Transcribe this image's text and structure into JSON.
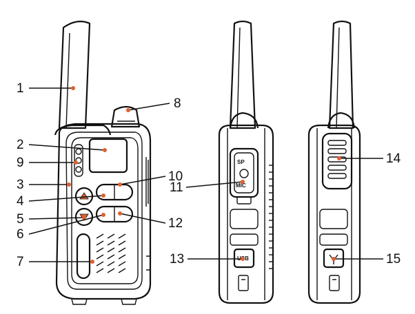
{
  "callouts": [
    {
      "label": "1"
    },
    {
      "label": "2"
    },
    {
      "label": "3"
    },
    {
      "label": "4"
    },
    {
      "label": "5"
    },
    {
      "label": "6"
    },
    {
      "label": "7"
    },
    {
      "label": "8"
    },
    {
      "label": "9"
    },
    {
      "label": "10"
    },
    {
      "label": "11"
    },
    {
      "label": "12"
    },
    {
      "label": "13"
    },
    {
      "label": "14"
    },
    {
      "label": "15"
    }
  ],
  "port_labels": {
    "speaker": "SP",
    "mic": "MIC",
    "usb": "USB"
  },
  "colors": {
    "outline": "#111111",
    "marker": "#e06030",
    "background": "#ffffff"
  }
}
